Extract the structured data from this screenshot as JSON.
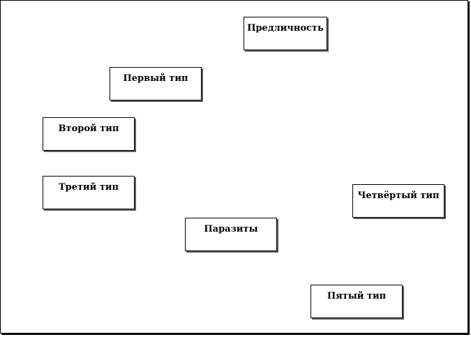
{
  "diagram": {
    "nodes": [
      {
        "id": "predlichnost",
        "label": "Предличность"
      },
      {
        "id": "perviy",
        "label": "Первый тип"
      },
      {
        "id": "vtoroy",
        "label": "Второй тип"
      },
      {
        "id": "tretiy",
        "label": "Третий тип"
      },
      {
        "id": "chetvertiy",
        "label": "Четвёртый тип"
      },
      {
        "id": "parazity",
        "label": "Паразиты"
      },
      {
        "id": "pyatiy",
        "label": "Пятый тип"
      }
    ]
  },
  "colors": {
    "background": "#ffffff",
    "border": "#000000",
    "shadow": "#5a5a5a",
    "text": "#000000"
  }
}
